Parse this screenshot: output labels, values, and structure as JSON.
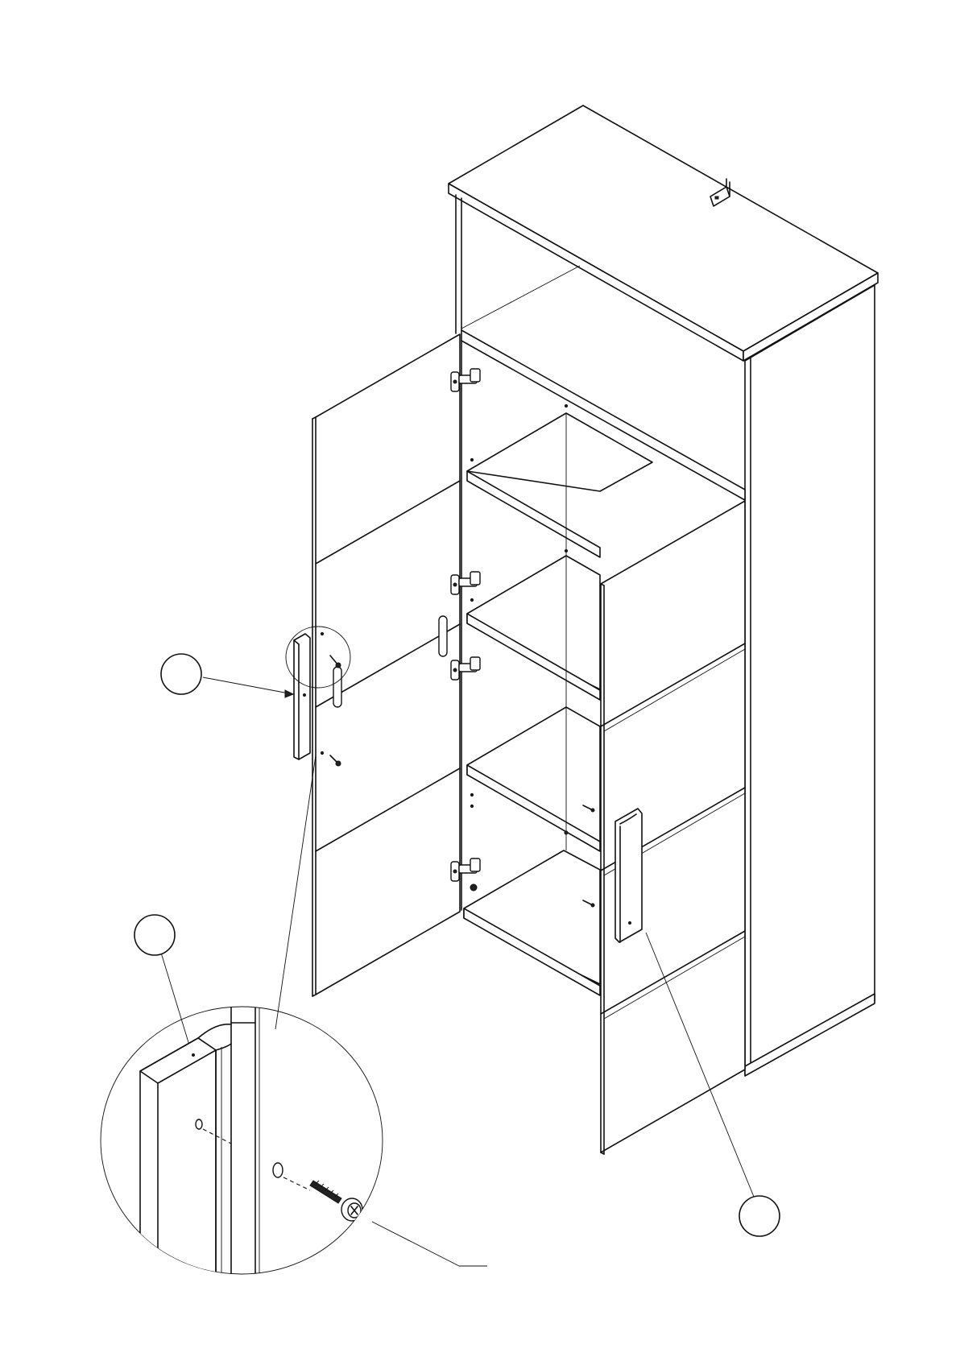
{
  "callouts": [
    {
      "id": "callout-handle-left",
      "label": ""
    },
    {
      "id": "callout-detail-handle",
      "label": ""
    },
    {
      "id": "callout-handle-right",
      "label": ""
    }
  ],
  "colors": {
    "line": "#111111",
    "paper": "#ffffff"
  }
}
